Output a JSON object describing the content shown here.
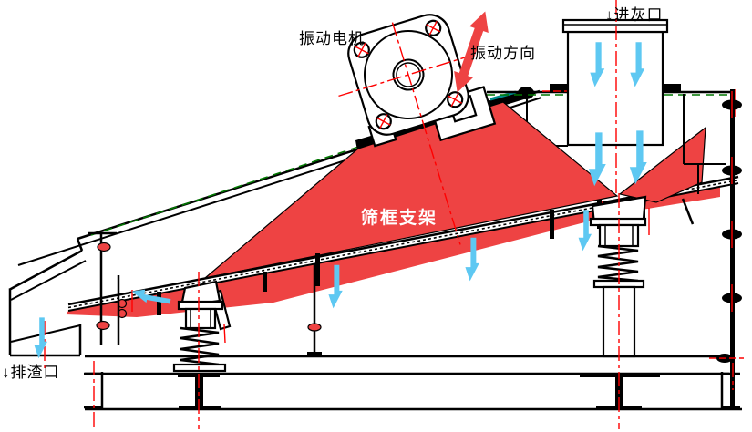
{
  "diagram": {
    "labels": {
      "vibration_motor": "振动电机",
      "vibration_direction": "振动方向",
      "ash_inlet": "↓进灰口",
      "screen_frame_support": "筛框支架",
      "slag_outlet": "↓排渣口"
    },
    "colors": {
      "red_fill": "#ee4343",
      "red_centerline": "#ff0000",
      "blue_arrow": "#5ec8f2",
      "green_dashed": "#007700",
      "teal_accent": "#008b8b",
      "line_black": "#000000",
      "background": "#ffffff"
    }
  }
}
